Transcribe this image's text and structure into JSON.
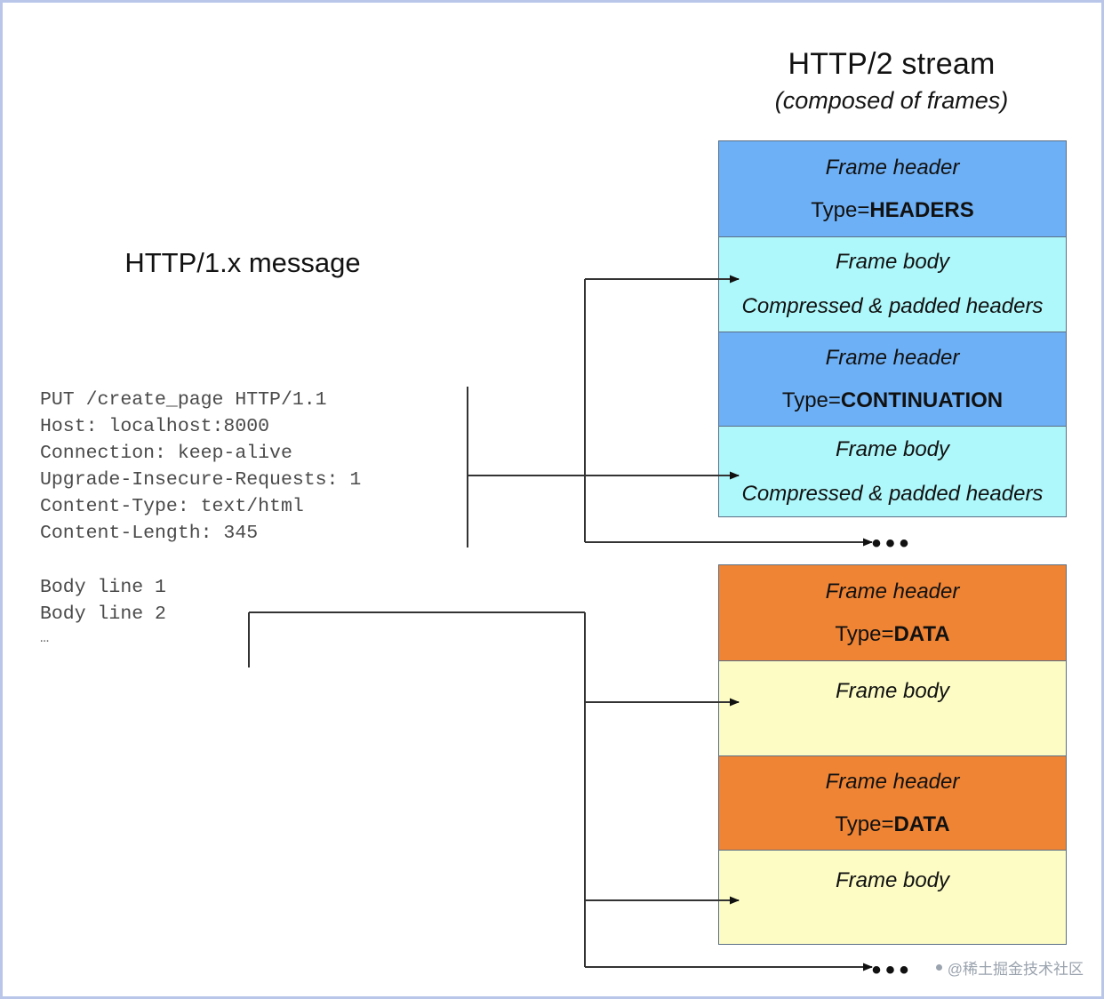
{
  "stream": {
    "title": "HTTP/2 stream",
    "subtitle": "(composed of frames)"
  },
  "message": {
    "title": "HTTP/1.x message",
    "headers_text": "PUT /create_page HTTP/1.1\nHost: localhost:8000\nConnection: keep-alive\nUpgrade-Insecure-Requests: 1\nContent-Type: text/html\nContent-Length: 345",
    "header_lines": [
      "PUT /create_page HTTP/1.1",
      "Host: localhost:8000",
      "Connection: keep-alive",
      "Upgrade-Insecure-Requests: 1",
      "Content-Type: text/html",
      "Content-Length: 345"
    ],
    "body_text": "Body line 1\nBody line 2",
    "body_lines": [
      "Body line 1",
      "Body line 2"
    ],
    "body_ellipsis": "…"
  },
  "frames": {
    "header_label": "Frame header",
    "body_label": "Frame body",
    "type_prefix": "Type=",
    "headers_frame": {
      "type": "HEADERS",
      "body_detail": "Compressed & padded headers"
    },
    "continuation_frame": {
      "type": "CONTINUATION",
      "body_detail": "Compressed & padded headers"
    },
    "data_frame_1": {
      "type": "DATA",
      "body_detail": ""
    },
    "data_frame_2": {
      "type": "DATA",
      "body_detail": ""
    },
    "ellipsis_headers": "•••",
    "ellipsis_data": "•••"
  },
  "colors": {
    "frame_header_blue": "#6EB0F5",
    "frame_body_cyan": "#AEF7FA",
    "frame_header_orange": "#EF8435",
    "frame_body_yellow": "#FCFCC4",
    "frame_border": "#5B6F86",
    "page_border": "#B9C6EA",
    "connector": "#333333"
  },
  "watermark": {
    "text": "@稀土掘金技术社区"
  }
}
